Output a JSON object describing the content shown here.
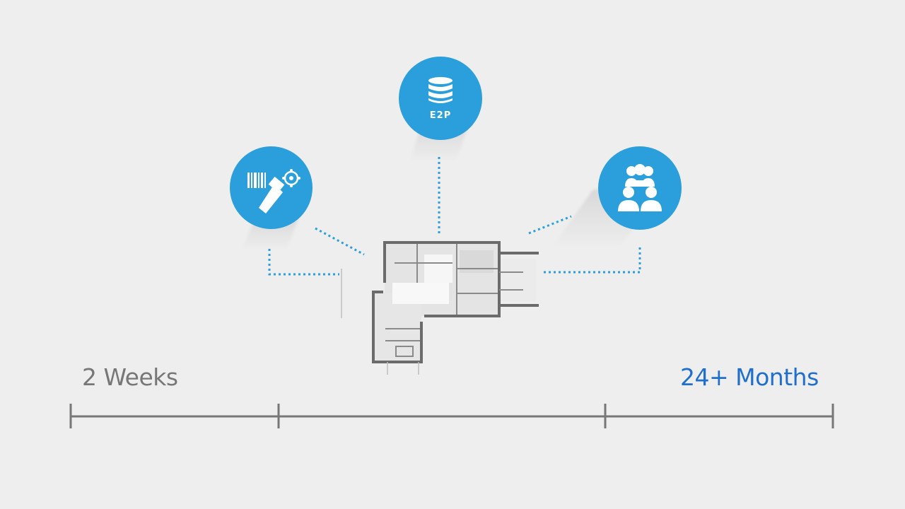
{
  "timeline": {
    "start_label": "2 Weeks",
    "end_label": "24+ Months",
    "start_color": "#777777",
    "end_color": "#1f6fcc",
    "line_color": "#777777"
  },
  "pins": {
    "color": "#2a9fdc",
    "erp": {
      "icon": "database-icon",
      "label": "E2P"
    },
    "scanner": {
      "icon": "barcode-scanner-icon"
    },
    "team": {
      "icon": "users-group-icon"
    }
  },
  "connector_color": "#2a9fdc",
  "center": {
    "icon": "floor-plan-icon"
  }
}
